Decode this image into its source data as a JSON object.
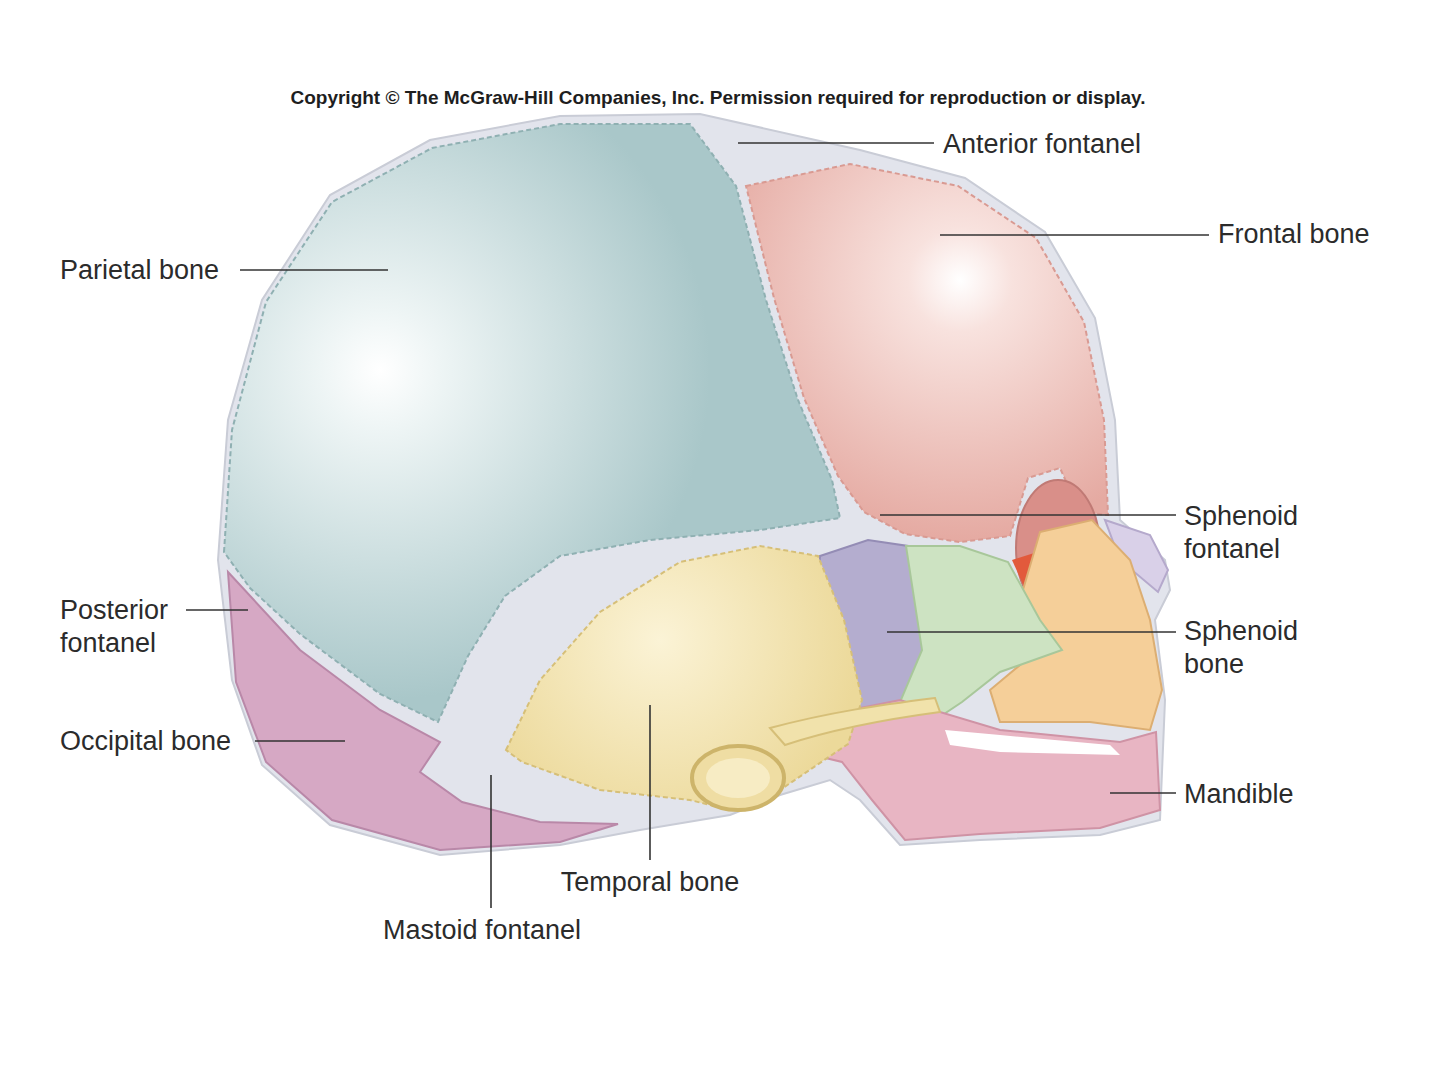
{
  "diagram": {
    "labels": [
      "Copyright © The McGraw-Hill Companies, Inc. Permission required for reproduction or display.",
      "Anterior fontanel",
      "Frontal bone",
      "Parietal bone",
      "Sphenoid fontanel",
      "Sphenoid bone",
      "Posterior fontanel",
      "Occipital bone",
      "Mandible",
      "Temporal bone",
      "Mastoid fontanel"
    ]
  }
}
